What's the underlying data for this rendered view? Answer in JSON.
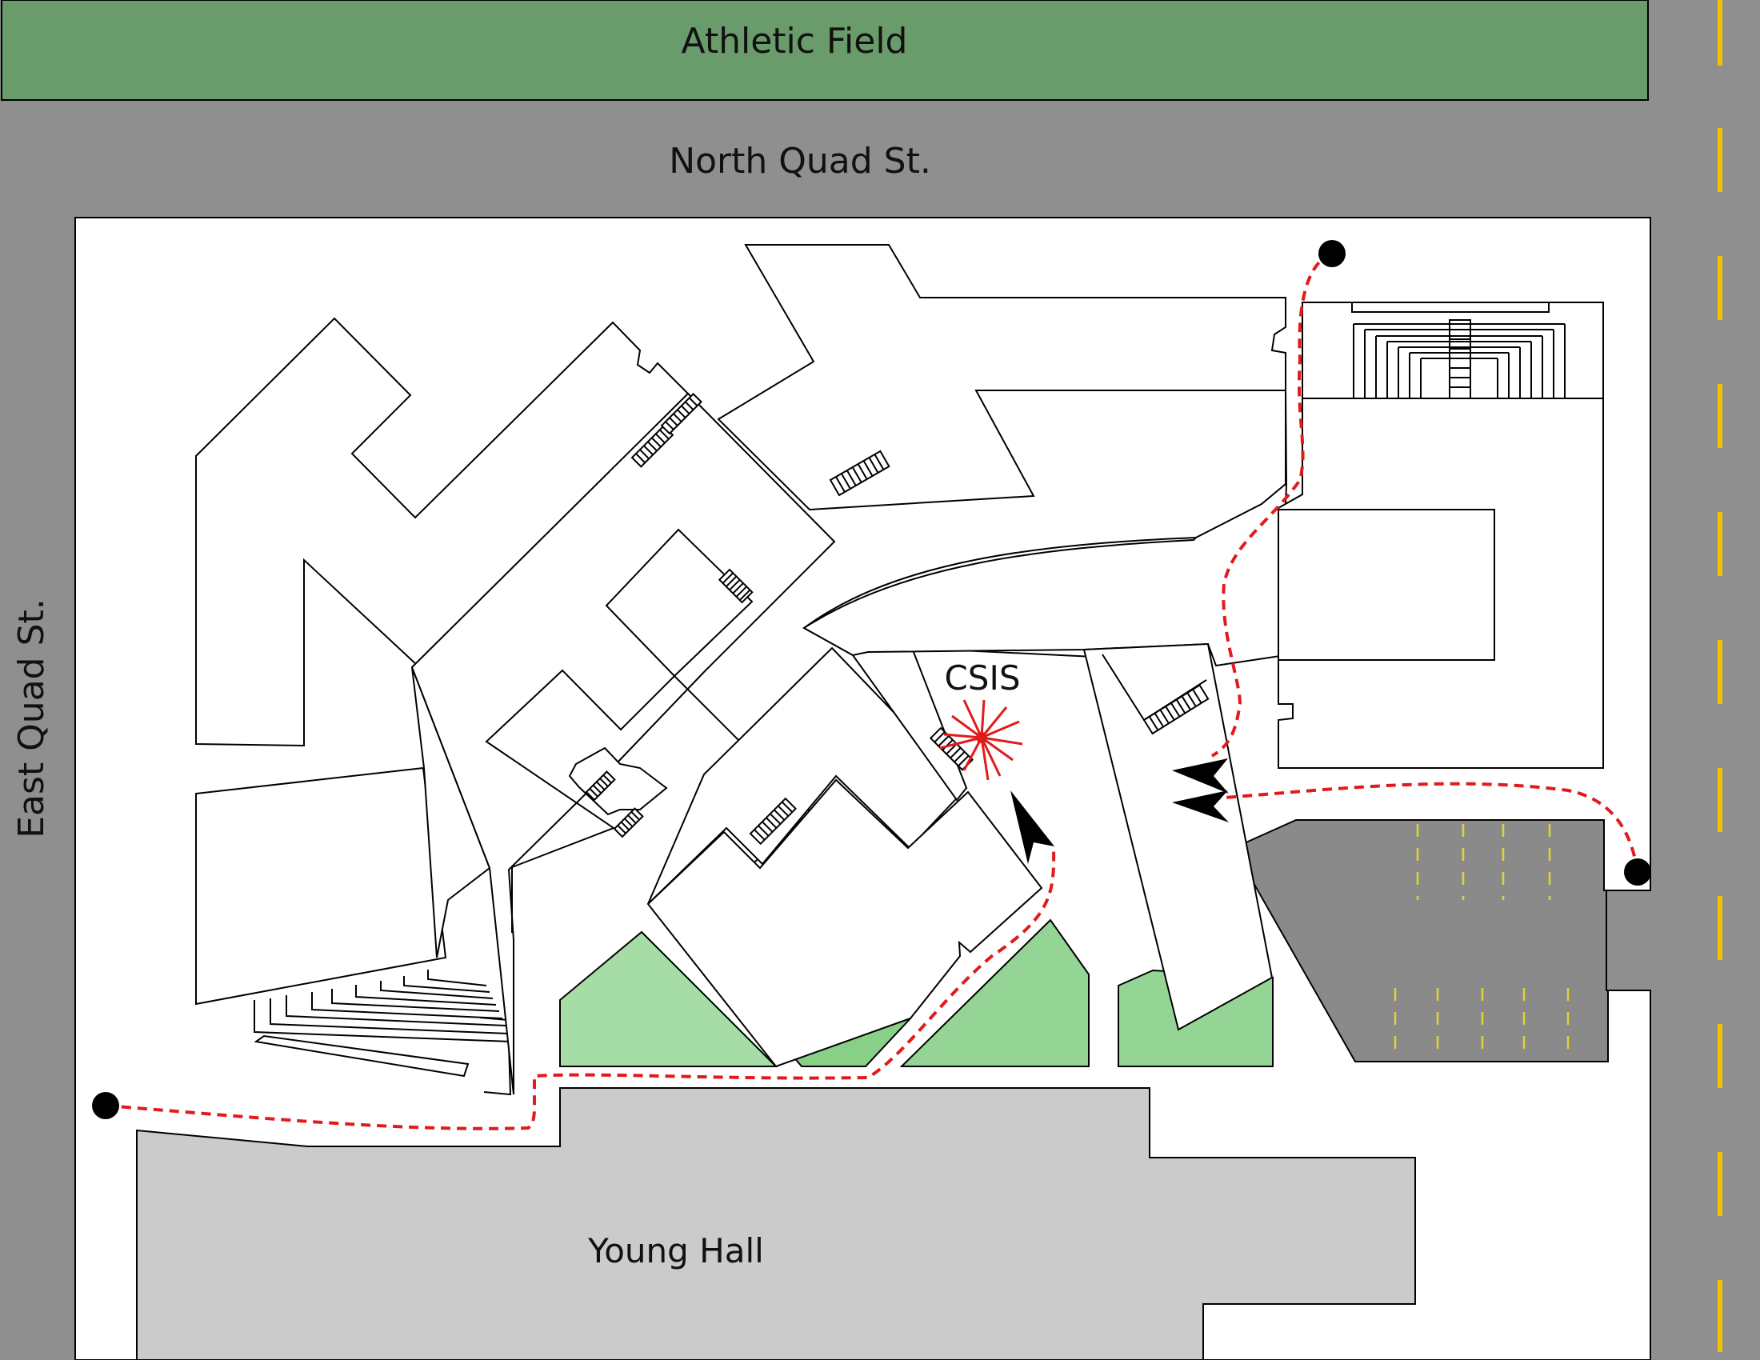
{
  "map": {
    "labels": {
      "athletic_field": "Athletic Field",
      "north_street": "North Quad St.",
      "east_street": "East Quad St.",
      "young_hall": "Young Hall",
      "destination": "CSIS"
    },
    "colors": {
      "road": "#8f8f8f",
      "field": "#6a9b6a",
      "young_hall": "#cccbcb",
      "route": "#e11b1b",
      "lane_marking": "#f2c200",
      "parking_lot": "#8a8a8a",
      "lawn_light": "#a6dca6",
      "lawn_mid": "#88d088",
      "lawn_dark": "#94d494"
    },
    "icons": {
      "destination_marker": "red-star-burst-icon",
      "route_start": "black-dot-icon",
      "route_direction": "black-arrowhead-icon"
    }
  }
}
